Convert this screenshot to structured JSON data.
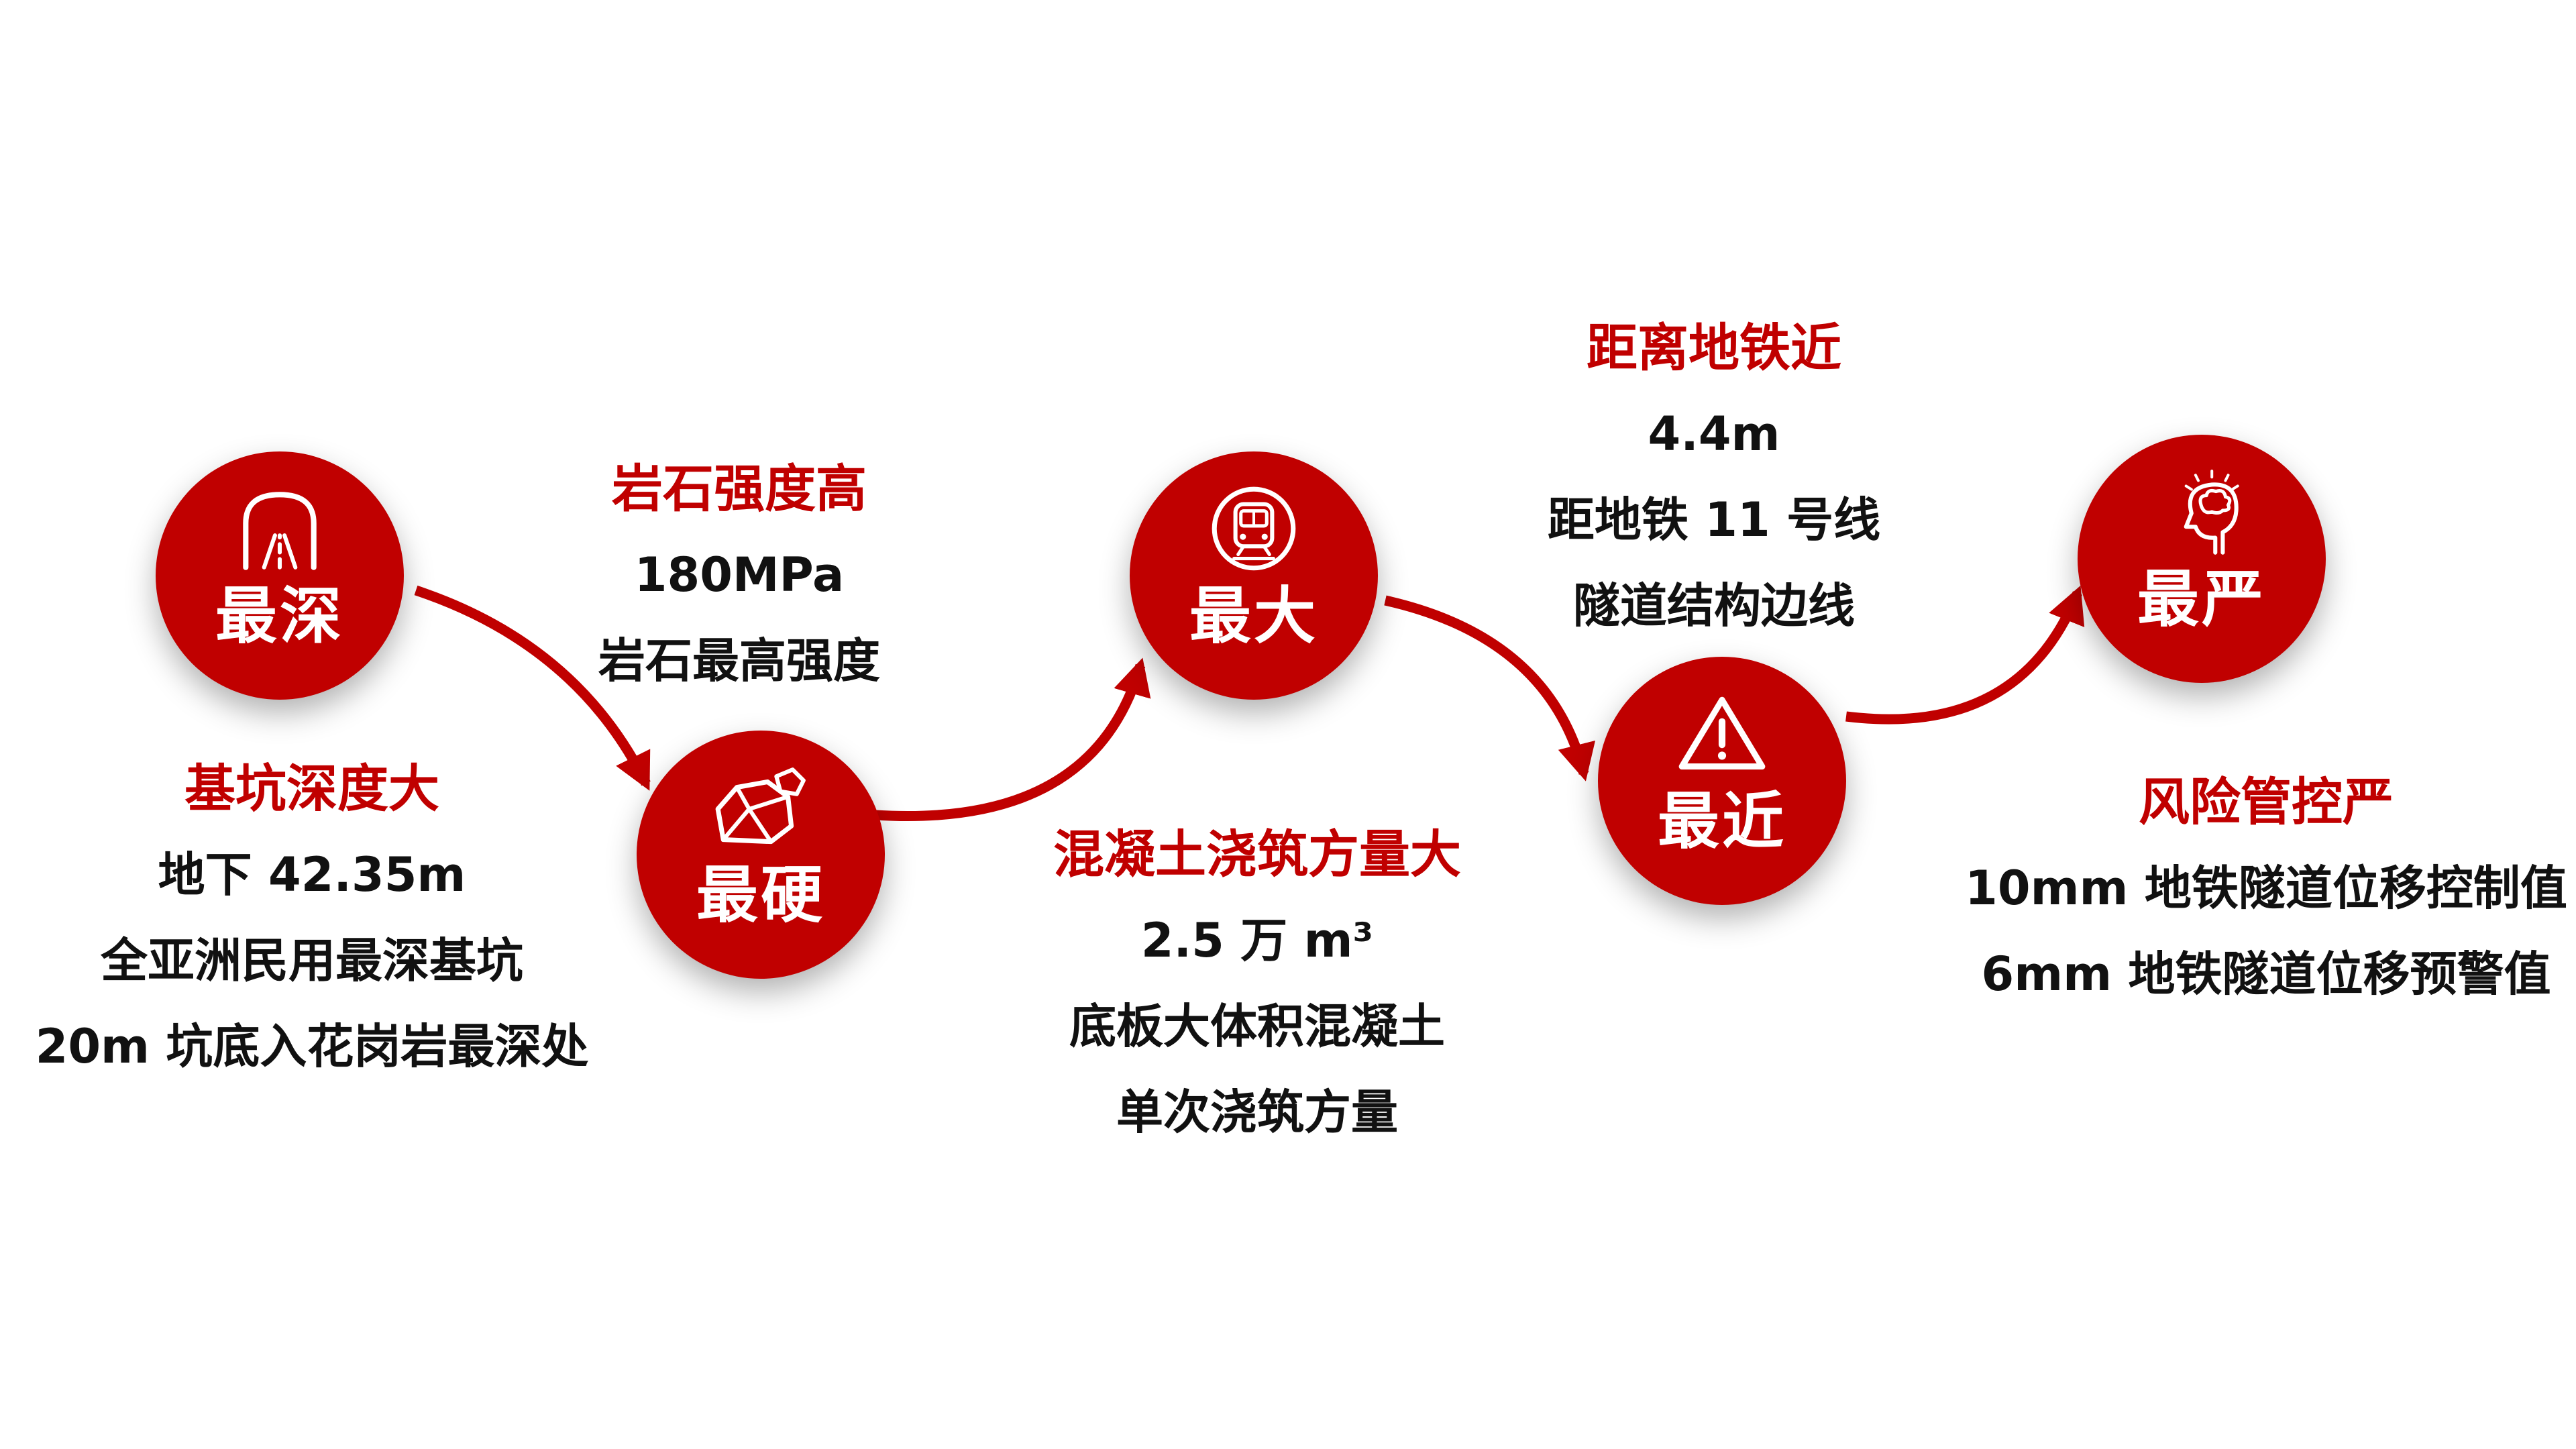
{
  "colors": {
    "accent": "#C00000",
    "text": "#111111",
    "circle_label": "#FFFFFF",
    "background": "#FFFFFF"
  },
  "nodes": [
    {
      "id": "deepest",
      "badge": "最深",
      "icon": "tunnel-road-icon",
      "title": "基坑深度大",
      "lines": [
        "地下 42.35m",
        "全亚洲民用最深基坑",
        "20m 坑底入花岗岩最深处"
      ]
    },
    {
      "id": "hardest",
      "badge": "最硬",
      "icon": "rock-icon",
      "title": "岩石强度高",
      "lines": [
        "180MPa",
        "岩石最高强度"
      ]
    },
    {
      "id": "largest",
      "badge": "最大",
      "icon": "metro-train-icon",
      "title": "混凝土浇筑方量大",
      "lines": [
        "2.5 万 m³",
        "底板大体积混凝土",
        "单次浇筑方量"
      ]
    },
    {
      "id": "closest",
      "badge": "最近",
      "icon": "warning-triangle-icon",
      "title": "距离地铁近",
      "lines": [
        "4.4m",
        "距地铁 11 号线",
        "隧道结构边线"
      ]
    },
    {
      "id": "strictest",
      "badge": "最严",
      "icon": "mind-risk-icon",
      "title": "风险管控严",
      "lines": [
        "10mm 地铁隧道位移控制值",
        "6mm 地铁隧道位移预警值"
      ]
    }
  ]
}
